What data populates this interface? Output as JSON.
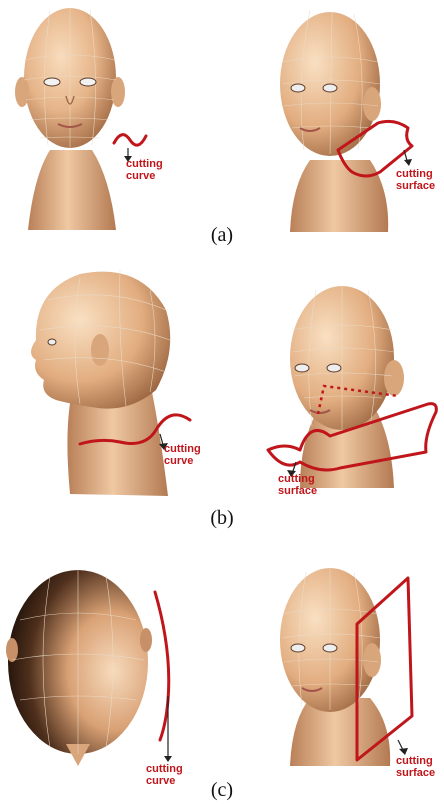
{
  "panels": [
    {
      "caption": "(a)",
      "left_label": "cutting\ncurve",
      "right_label": "cutting\nsurface"
    },
    {
      "caption": "(b)",
      "left_label": "cutting\ncurve",
      "right_label": "cutting\nsurface"
    },
    {
      "caption": "(c)",
      "left_label": "cutting\ncurve",
      "right_label": "cutting\nsurface"
    }
  ],
  "colors": {
    "accent": "#c0161b",
    "skin_light": "#f4d2ad",
    "skin_mid": "#dba57a",
    "skin_dark": "#8a5a3a"
  }
}
